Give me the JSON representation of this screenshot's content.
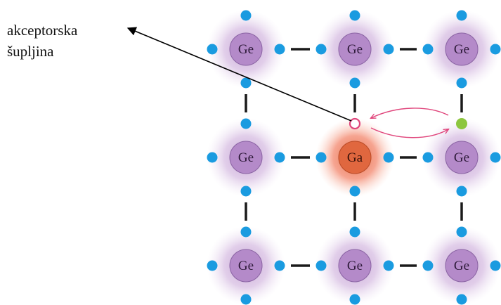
{
  "caption": {
    "line1": "akceptorska",
    "line2": "šupljina"
  },
  "atoms": [
    {
      "symbol": "Ge",
      "kind": "germanium"
    },
    {
      "symbol": "Ge",
      "kind": "germanium"
    },
    {
      "symbol": "Ge",
      "kind": "germanium"
    },
    {
      "symbol": "Ge",
      "kind": "germanium"
    },
    {
      "symbol": "Ga",
      "kind": "gallium-acceptor"
    },
    {
      "symbol": "Ge",
      "kind": "germanium"
    },
    {
      "symbol": "Ge",
      "kind": "germanium"
    },
    {
      "symbol": "Ge",
      "kind": "germanium"
    },
    {
      "symbol": "Ge",
      "kind": "germanium"
    }
  ],
  "colors": {
    "germanium_glow": "#c9a6d8",
    "germanium_core": "#b48ac9",
    "gallium_glow": "#f3866c",
    "gallium_core": "#e0673f",
    "electron": "#1a9be0",
    "extra_electron": "#8dc63f",
    "hole": "#e0467c",
    "bond": "#1a1a1a",
    "exchange_arrow": "#e0467c",
    "pointer_arrow": "#000000"
  }
}
